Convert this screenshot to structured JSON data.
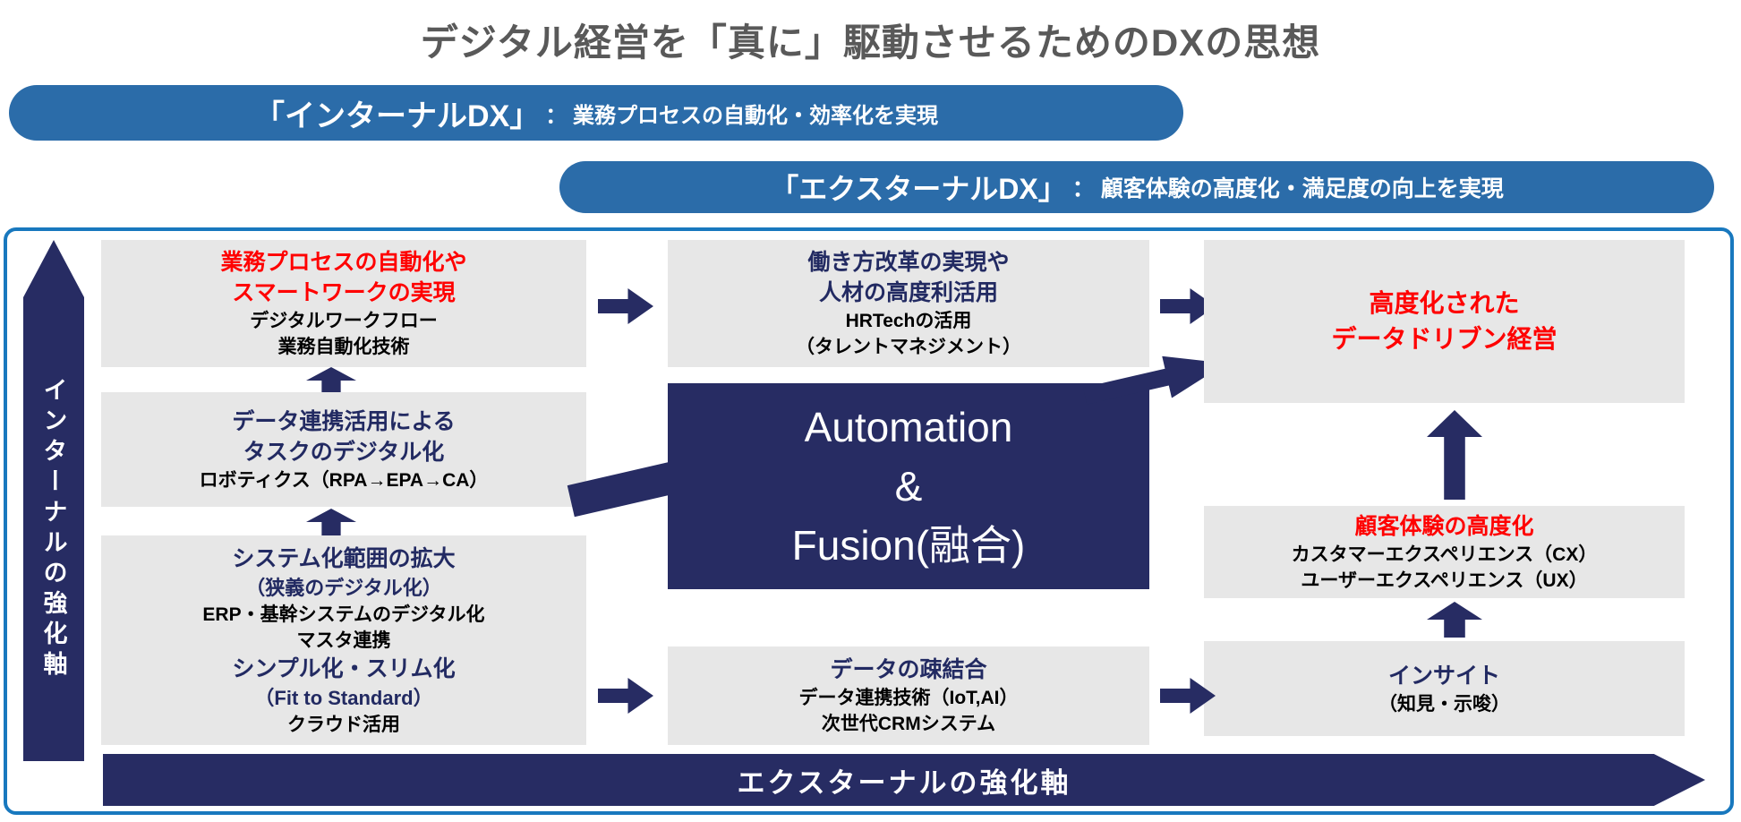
{
  "title": "デジタル経営を「真に」駆動させるためのDXの思想",
  "banners": {
    "internal": {
      "label": "「インターナルDX」",
      "desc": "： 業務プロセスの自動化・効率化を実現"
    },
    "external": {
      "label": "「エクスターナルDX」",
      "desc": "： 顧客体験の高度化・満足度の向上を実現"
    }
  },
  "axes": {
    "internal": "インターナルの強化軸",
    "external": "エクスターナルの強化軸"
  },
  "automation": {
    "lines": [
      "Automation",
      "&",
      "Fusion(融合)"
    ]
  },
  "boxes": {
    "process_automation": {
      "lines": [
        "業務プロセスの自動化や",
        "スマートワークの実現",
        "デジタルワークフロー",
        "業務自動化技術"
      ]
    },
    "data_task": {
      "lines": [
        "データ連携活用による",
        "タスクのデジタル化",
        "ロボティクス（RPA→EPA→CA）"
      ]
    },
    "system_expansion": {
      "lines": [
        "システム化範囲の拡大",
        "（狭義のデジタル化）",
        "ERP・基幹システムのデジタル化",
        "マスタ連携",
        "シンプル化・スリム化",
        "（Fit to Standard）",
        "クラウド活用"
      ]
    },
    "workstyle": {
      "lines": [
        "働き方改革の実現や",
        "人材の高度利活用",
        "HRTechの活用",
        "（タレントマネジメント）"
      ]
    },
    "loose_coupling": {
      "lines": [
        "データの疎結合",
        "データ連携技術（IoT,AI）",
        "次世代CRMシステム"
      ]
    },
    "data_driven": {
      "lines": [
        "高度化された",
        "データドリブン経営"
      ]
    },
    "customer_experience": {
      "lines": [
        "顧客体験の高度化",
        "カスタマーエクスペリエンス（CX）",
        "ユーザーエクスペリエンス（UX）"
      ]
    },
    "insight": {
      "lines": [
        "インサイト",
        "（知見・示唆）"
      ]
    }
  },
  "colors": {
    "banner_blue": "#2b6ca9",
    "navy": "#272c63",
    "frame_border_blue": "#1878be",
    "box_gray": "#e7e7e7",
    "accent_red": "#ff0000",
    "navy_text": "#222a62",
    "title_gray": "#595959"
  }
}
